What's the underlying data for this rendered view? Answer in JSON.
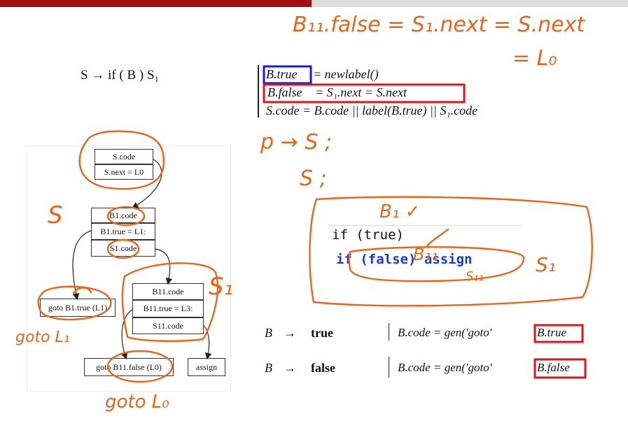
{
  "rule": {
    "prod": "S → if ( B ) S₁",
    "line1_left": "B.true",
    "line1_right": "=  newlabel()",
    "line2_left": "B.false",
    "line2_right": "=  S₁.next  =  S.next",
    "line3": "S.code  =  B.code || label(B.true) || S₁.code"
  },
  "tree": {
    "root_code": "S.code",
    "root_next": "S.next = L0",
    "b1_code": "B1.code",
    "b1_true": "B1.true = L1:",
    "s1_code": "S1.code",
    "goto_b1": "goto B1.true (L1)",
    "b11_code": "B11.code",
    "b11_true": "B11.true = L3:",
    "s11_code": "S11.code",
    "goto_b11": "goto B11.false (L0)",
    "assign": "assign"
  },
  "code": {
    "line1": "if (true)",
    "line2": "  if (false) assign"
  },
  "bool_rules": [
    {
      "prod_left": "B",
      "arrow": "→",
      "prod_right": "true",
      "code_left": "B.code = gen('goto'",
      "code_label": "B.true"
    },
    {
      "prod_left": "B",
      "arrow": "→",
      "prod_right": "false",
      "code_left": "B.code = gen('goto'",
      "code_label": "B.false"
    }
  ],
  "handwriting": {
    "top1": "B₁₁.false = S₁.next = S.next",
    "top2": "= L₀",
    "p_s": "p → S ;",
    "s": "S ;",
    "b1": "B₁ ✓",
    "b11": "B₁₁",
    "s11": "S₁₁",
    "s1_right": "S₁",
    "s_left": "S",
    "s1_tree": "S₁",
    "goto_l1": "goto L₁",
    "goto_l0": "goto L₀"
  },
  "colors": {
    "annotation": "#e8661a",
    "blue_box": "#1a1ad6",
    "red_box": "#e0151a",
    "code_blue": "#1a3ad8"
  }
}
